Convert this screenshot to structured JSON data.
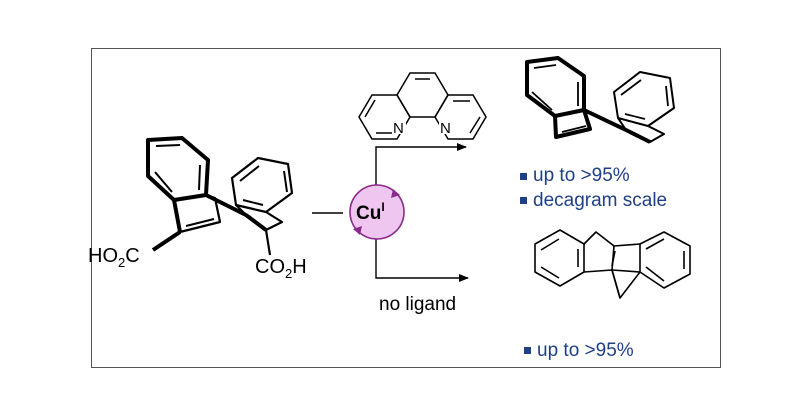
{
  "reactant": {
    "left_group_main": "HO",
    "left_group_sub": "2",
    "left_group_tail": "C",
    "right_group_main": "CO",
    "right_group_sub": "2",
    "right_group_tail": "H"
  },
  "catalyst": {
    "metal": "Cu",
    "oxidation_state": "I"
  },
  "ligand": {
    "n_left": "N",
    "n_right": "N"
  },
  "lower_path": {
    "condition": "no ligand"
  },
  "upper_product_notes": [
    "up to >95%",
    "decagram scale"
  ],
  "lower_product_notes": [
    "up to >95%"
  ],
  "colors": {
    "note_blue": "#1f3f86",
    "bullet_blue": "#1f3f86",
    "cu_fill": "#efc6ef",
    "cu_stroke": "#8a2a8a",
    "cu_arrow": "#8a2a8a"
  }
}
